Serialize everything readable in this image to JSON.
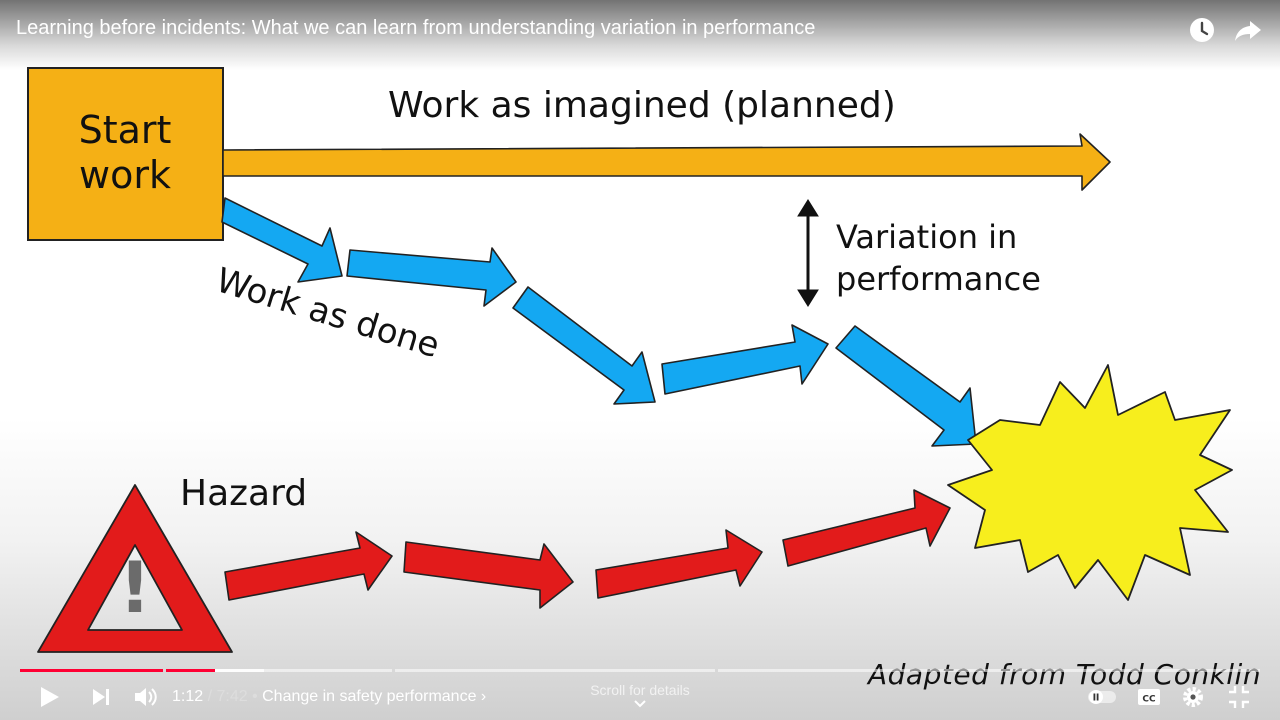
{
  "video": {
    "title": "Learning before incidents: What we can learn from understanding variation in performance"
  },
  "top_icons": [
    "watch-later-icon",
    "share-icon"
  ],
  "slide": {
    "start_box": {
      "line1": "Start",
      "line2": "work"
    },
    "work_as_imagined": "Work as imagined (planned)",
    "work_as_done": "Work as done",
    "variation_line1": "Variation in",
    "variation_line2": "performance",
    "hazard": "Hazard",
    "hazard_mark": "!",
    "credit": "Adapted from Todd Conklin"
  },
  "colors": {
    "orange": "#f5b015",
    "blue": "#14a8f2",
    "red": "#e21b1b",
    "yellow": "#f7ee1d",
    "progress": "#ff0033"
  },
  "player": {
    "progress_fraction": 0.157,
    "time_current": "1:12",
    "time_total": "7:42",
    "time_sep": " / ",
    "chapter_separator": " • ",
    "chapter_title": "Change in safety performance ›",
    "scroll_hint": "Scroll for details",
    "controls": [
      "play-icon",
      "next-icon",
      "volume-icon",
      "autoplay-toggle",
      "captions-icon",
      "settings-icon",
      "fullscreen-exit-icon"
    ]
  }
}
